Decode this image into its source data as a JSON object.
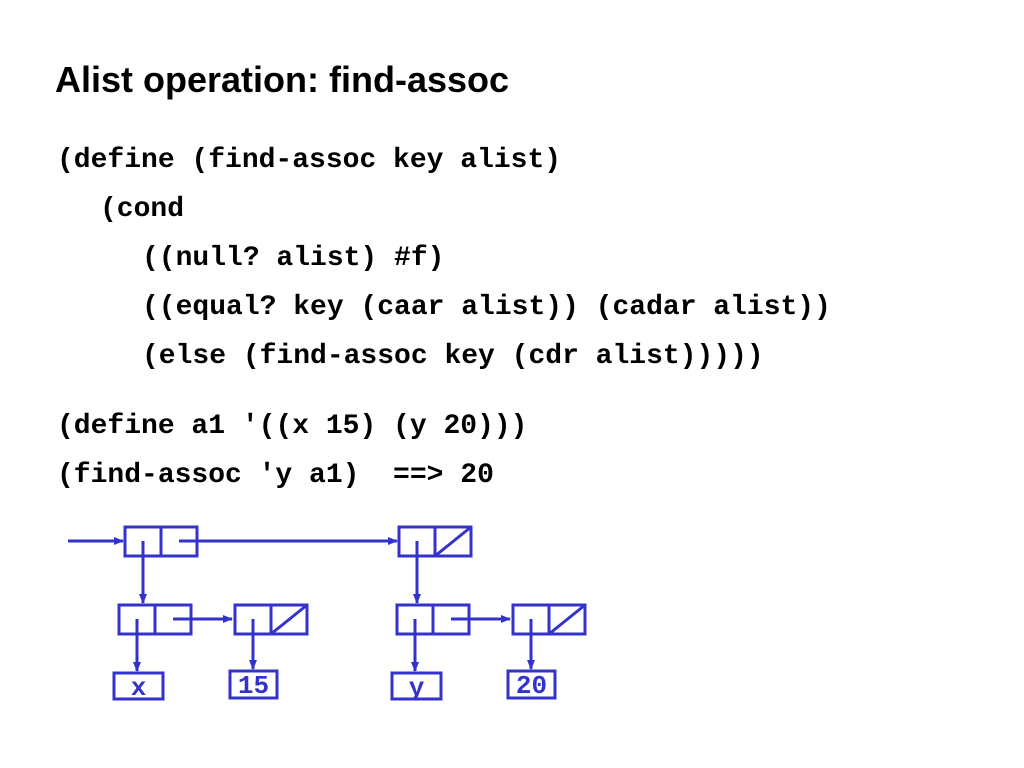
{
  "slide": {
    "title": "Alist operation: find-assoc"
  },
  "code": {
    "define_find_assoc": [
      "(define (find-assoc key alist)",
      "(cond",
      "((null? alist) #f)",
      "((equal? key (caar alist)) (cadar alist))",
      "(else (find-assoc key (cdr alist)))))"
    ],
    "example": [
      "(define a1 '((x 15) (y 20)))",
      "(find-assoc 'y a1)  ==> 20"
    ]
  },
  "diagram": {
    "color": "#3333cc",
    "atoms": [
      "x",
      "15",
      "y",
      "20"
    ]
  }
}
